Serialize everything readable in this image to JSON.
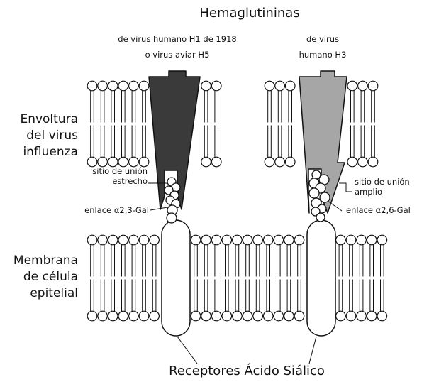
{
  "title": "Hemaglutininas",
  "left_hemagglutinin": {
    "line1": "de virus humano H1 de 1918",
    "line2": "o virus aviar H5",
    "binding_site_line1": "sitio de unión",
    "binding_site_line2": "estrecho",
    "linkage": "enlace α2,3-Gal"
  },
  "right_hemagglutinin": {
    "line1": "de virus",
    "line2": "humano H3",
    "binding_site_line1": "sitio de unión",
    "binding_site_line2": "amplio",
    "linkage": "enlace α2,6-Gal"
  },
  "envelope_label": {
    "line1": "Envoltura",
    "line2": "del virus",
    "line3": "influenza"
  },
  "membrane_label": {
    "line1": "Membrana",
    "line2": "de célula",
    "line3": "epitelial"
  },
  "receptors_label": "Receptores Ácido Siálico",
  "colors": {
    "left_hemagglutinin_fill": "#3a3a3a",
    "right_hemagglutinin_fill": "#a6a6a6",
    "outline": "#111111",
    "background": "#ffffff"
  }
}
